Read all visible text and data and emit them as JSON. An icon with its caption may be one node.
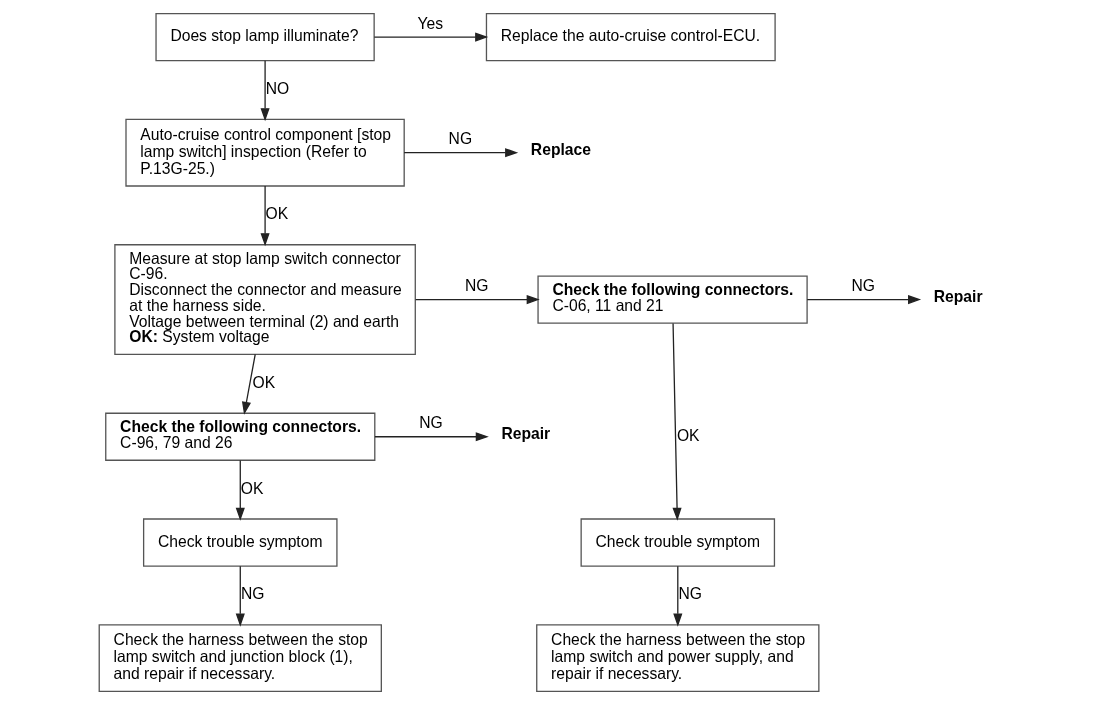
{
  "diagram": {
    "nodes": [
      {
        "text": [
          "Does stop lamp illuminate?"
        ]
      },
      {
        "text": [
          "Replace the auto-cruise control-ECU."
        ]
      },
      {
        "text": [
          "Auto-cruise control component [stop lamp switch] inspection (Refer to P.13G-25.)"
        ]
      },
      {
        "text": [
          "**Replace**"
        ]
      },
      {
        "text": [
          "Measure at stop lamp switch connector C-96.",
          "Disconnect the connector and measure at the harness side.",
          "Voltage between terminal (2) and earth",
          "**OK:** System voltage"
        ]
      },
      {
        "text": [
          "**Check the following connectors.**",
          "C-06, 11 and 21"
        ]
      },
      {
        "text": [
          "**Repair**"
        ]
      },
      {
        "text": [
          "**Check the following connectors.**",
          "C-96, 79 and 26"
        ]
      },
      {
        "text": [
          "**Repair**"
        ]
      },
      {
        "text": [
          "Check trouble symptom"
        ]
      },
      {
        "text": [
          "Check the harness between the stop lamp switch and junction block (1), and repair if necessary."
        ]
      },
      {
        "text": [
          "Check trouble symptom"
        ]
      },
      {
        "text": [
          "Check the harness between the stop lamp switch and power supply, and repair if necessary."
        ]
      }
    ],
    "edges": [
      {
        "from": 0,
        "to": 1,
        "arrow": "to",
        "label": "Yes"
      },
      {
        "from": 0,
        "to": 2,
        "arrow": "to",
        "label": "NO"
      },
      {
        "from": 2,
        "to": 3,
        "arrow": "to",
        "label": "NG"
      },
      {
        "from": 2,
        "to": 4,
        "arrow": "to",
        "label": "OK"
      },
      {
        "from": 4,
        "to": 5,
        "arrow": "to",
        "label": "NG"
      },
      {
        "from": 5,
        "to": 6,
        "arrow": "to",
        "label": "NG"
      },
      {
        "from": 4,
        "to": 7,
        "arrow": "to",
        "label": "OK"
      },
      {
        "from": 7,
        "to": 8,
        "arrow": "to",
        "label": "NG"
      },
      {
        "from": 7,
        "to": 9,
        "arrow": "to",
        "label": "OK"
      },
      {
        "from": 9,
        "to": 10,
        "arrow": "to",
        "label": "NG"
      },
      {
        "from": 5,
        "to": 11,
        "arrow": "to",
        "label": "OK"
      },
      {
        "from": 11,
        "to": 12,
        "arrow": "to",
        "label": "NG"
      }
    ]
  }
}
